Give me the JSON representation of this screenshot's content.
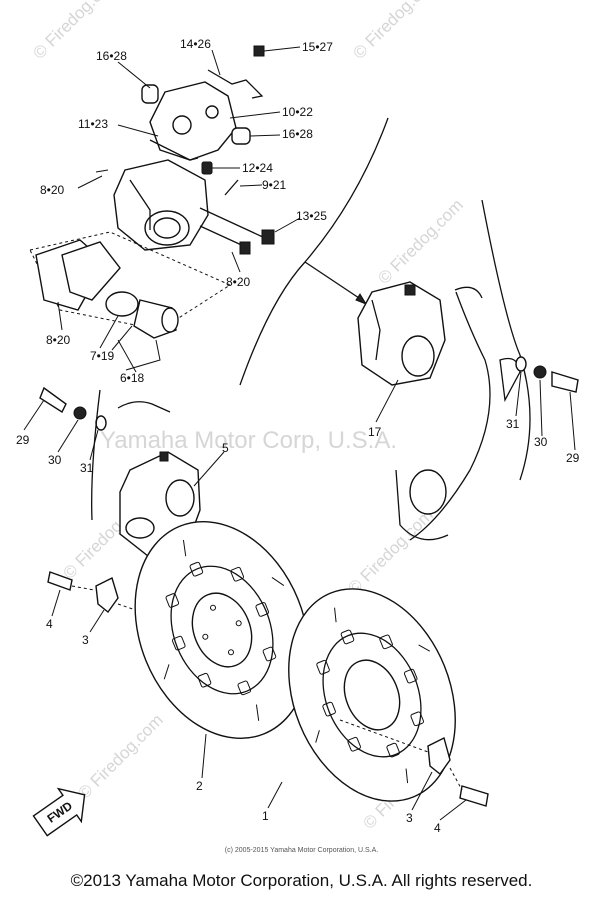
{
  "watermarks": {
    "brand": "© Firedog.com",
    "center": "Yamaha Motor Corp, U.S.A."
  },
  "labels": {
    "p16_28_top": "16•28",
    "p14_26": "14•26",
    "p15_27": "15•27",
    "p11_23": "11•23",
    "p10_22": "10•22",
    "p16_28_right": "16•28",
    "p12_24": "12•24",
    "p8_20_upper": "8•20",
    "p9_21": "9•21",
    "p13_25": "13•25",
    "p8_20_mid": "8•20",
    "p8_20_left": "8•20",
    "p7_19": "7•19",
    "p6_18": "6•18",
    "p17": "17",
    "p29_left": "29",
    "p30_left": "30",
    "p31_left": "31",
    "p5": "5",
    "p31_right": "31",
    "p30_right": "30",
    "p29_right": "29",
    "p4_left": "4",
    "p3_left": "3",
    "p2": "2",
    "p1": "1",
    "p3_right": "3",
    "p4_right": "4",
    "fwd": "FWD"
  },
  "footer": {
    "small": "(c) 2005-2015 Yamaha Motor Corporation, U.S.A.",
    "main": "©2013 Yamaha Motor Corporation, U.S.A. All rights reserved."
  },
  "colors": {
    "ink": "#111111",
    "watermark": "#d6d6d6",
    "background": "#ffffff"
  }
}
